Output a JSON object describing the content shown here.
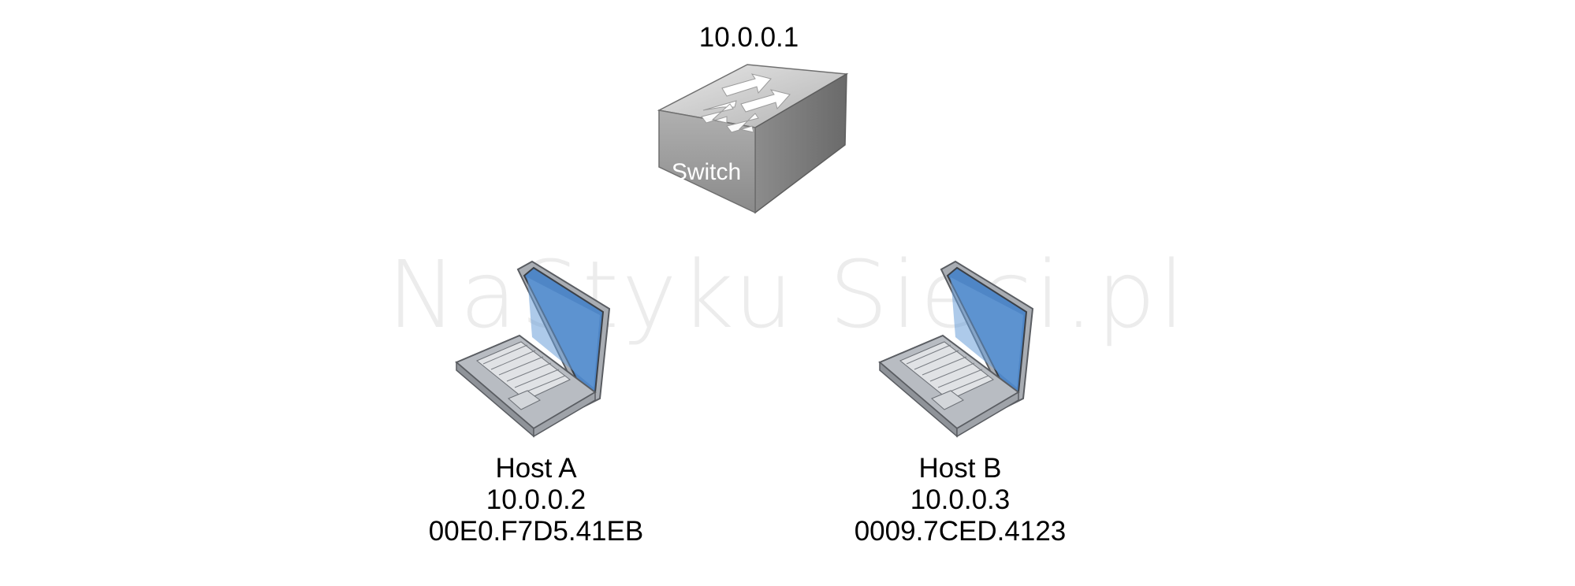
{
  "watermark": "NaStyku Sieci.pl",
  "switch": {
    "ip": "10.0.0.1",
    "label": "Switch"
  },
  "hosts": [
    {
      "name": "Host A",
      "ip": "10.0.0.2",
      "mac": "00E0.F7D5.41EB"
    },
    {
      "name": "Host B",
      "ip": "10.0.0.3",
      "mac": "0009.7CED.4123"
    }
  ],
  "colors": {
    "switch_top": "#c9c9c9",
    "switch_front": "#9a9a9a",
    "switch_side": "#7c7c7c",
    "laptop_body": "#b8bcc2",
    "laptop_screen": "#4f86c6",
    "watermark": "#ececec"
  }
}
